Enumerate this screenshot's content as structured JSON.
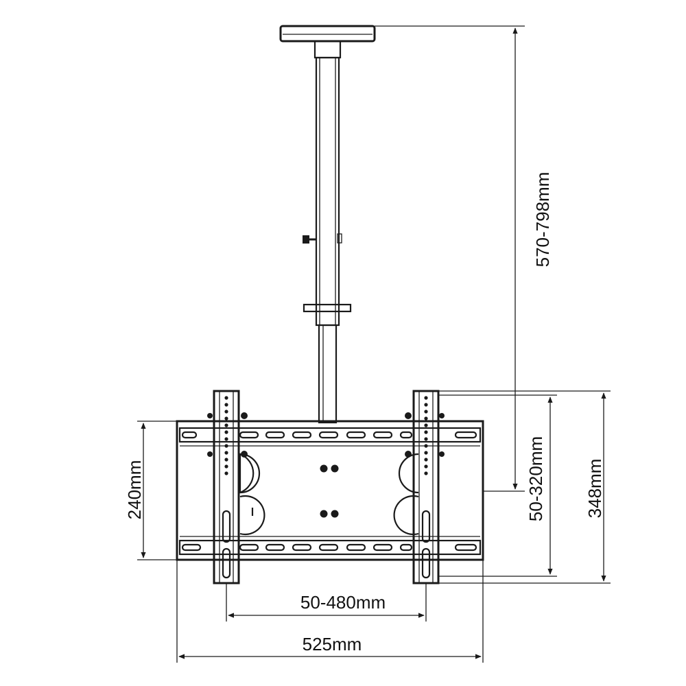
{
  "dimensions": {
    "height_range": "570-798mm",
    "vertical_bracket_travel": "50-320mm",
    "bracket_height": "348mm",
    "plate_height": "240mm",
    "bracket_spacing": "50-480mm",
    "plate_width": "525mm"
  },
  "colors": {
    "line": "#1a1a1a",
    "background": "#ffffff"
  }
}
